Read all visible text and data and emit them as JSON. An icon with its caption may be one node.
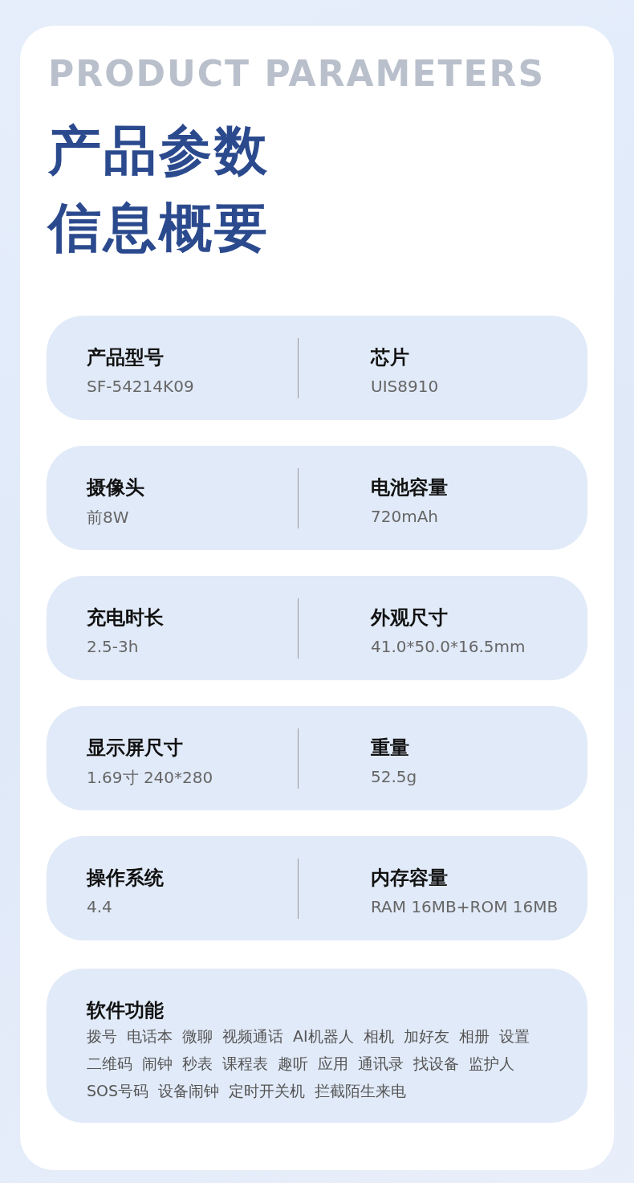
{
  "diagram": {
    "title": "产品参数信息概要",
    "nodes": [
      {
        "text": [
          "产品型号",
          "SF-54214K09",
          "芯片",
          "UIS8910"
        ]
      },
      {
        "text": [
          "摄像头",
          "前8W",
          "电池容量",
          "720mAh"
        ]
      },
      {
        "text": [
          "充电时长",
          "2.5-3h",
          "外观尺寸",
          "41.0*50.0*16.5mm"
        ]
      },
      {
        "text": [
          "显示屏尺寸",
          "1.69寸 240*280",
          "重量",
          "52.5g"
        ]
      },
      {
        "text": [
          "操作系统",
          "4.4",
          "内存容量",
          "RAM 16MB+ROM 16MB"
        ]
      },
      {
        "text": [
          "软件功能",
          "拨号",
          "电话本",
          "微聊",
          "视频通话",
          "AI机器人",
          "相机",
          "加好友",
          "相册",
          "设置",
          "二维码",
          "闹钟",
          "秒表",
          "课程表",
          "趣听",
          "应用",
          "通讯录",
          "找设备",
          "监护人",
          "SOS号码",
          "设备闹钟",
          "定时开关机",
          "拦截陌生来电"
        ]
      }
    ],
    "labels": [
      "PRODUCT PARAMETERS"
    ]
  }
}
